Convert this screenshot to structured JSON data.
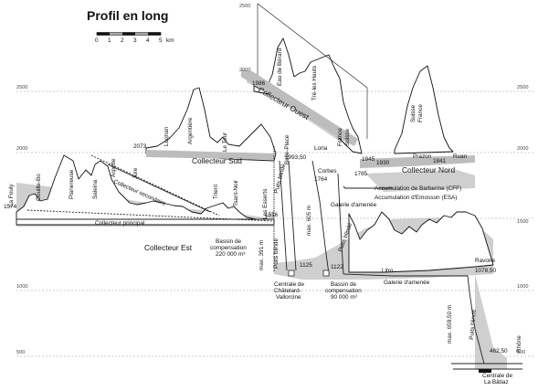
{
  "title": "Profil en long",
  "scale": {
    "ticks": [
      "0",
      "1",
      "2",
      "3",
      "4",
      "5"
    ],
    "unit": "km"
  },
  "elevation_ticks": [
    "2500",
    "2000",
    "1500",
    "1000",
    "500"
  ],
  "top_ticks": [
    "2500",
    "2000"
  ],
  "peaks": [
    "La Fouly",
    "Gouille-Bo",
    "Planereuse",
    "Saleina",
    "Arpette",
    "Jure",
    "Lognan",
    "Argentière",
    "Le Tour",
    "Trient",
    "Tsant-Noir",
    "Belle-Place",
    "Eau de Bérard",
    "Tré-les Hauts",
    "France",
    "Suisse",
    "Loria",
    "Suisse",
    "France",
    "Prazon",
    "Ruan"
  ],
  "labels": {
    "collecteur_ouest": "Collecteur Ouest",
    "collecteur_sud": "Collecteur Sud",
    "collecteur_nord": "Collecteur Nord",
    "collecteur_secondaire": "Collecteur secondaire",
    "collecteur_principal": "Collecteur principal",
    "collecteur_est": "Collecteur Est",
    "les_esserts": "Les Esserts",
    "puits_blinde": "Puits blindé",
    "galerie_amenee": "Galerie d'amenée",
    "corbes": "Corbes",
    "litro": "Litro",
    "ravoire": "Ravoire",
    "rhone": "Rhône",
    "accum_barberine": "Accumulation de Barberine (CFF)",
    "accum_emosson": "Accumulation d'Emosson (ESA)",
    "bassin1_a": "Bassin de",
    "bassin1_b": "compensation",
    "bassin1_c": "220 000 m³",
    "bassin2_a": "Bassin de",
    "bassin2_b": "compensation",
    "bassin2_c": "90 000 m³",
    "centrale1_a": "Centrale de",
    "centrale1_b": "Châtelard-",
    "centrale1_c": "Vallorcine",
    "centrale2_a": "Centrale de",
    "centrale2_b": "La Bâtiaz",
    "max1": "max. 391 m",
    "max2": "max. 605 m",
    "max3": "max. 659,50 m"
  },
  "elevations": [
    "1986",
    "2073",
    "1993,50",
    "1945",
    "1930",
    "1841",
    "1785",
    "1764",
    "1574",
    "1516",
    "1125",
    "1122",
    "1078,50",
    "462,50"
  ]
}
